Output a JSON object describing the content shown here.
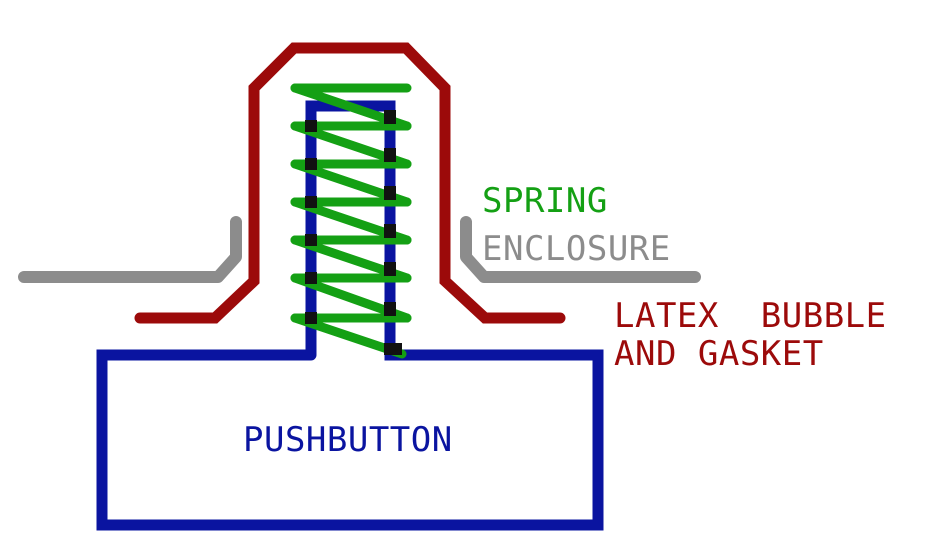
{
  "colors": {
    "spring": "#14a014",
    "enclosure": "#8c8c8c",
    "latex": "#9c0a0a",
    "pushbutton": "#0a14a0",
    "background": "#ffffff"
  },
  "labels": {
    "spring": "SPRING",
    "enclosure": "ENCLOSURE",
    "latex_line1": "LATEX  BUBBLE",
    "latex_line2": "AND GASKET",
    "pushbutton": "PUSHBUTTON"
  }
}
